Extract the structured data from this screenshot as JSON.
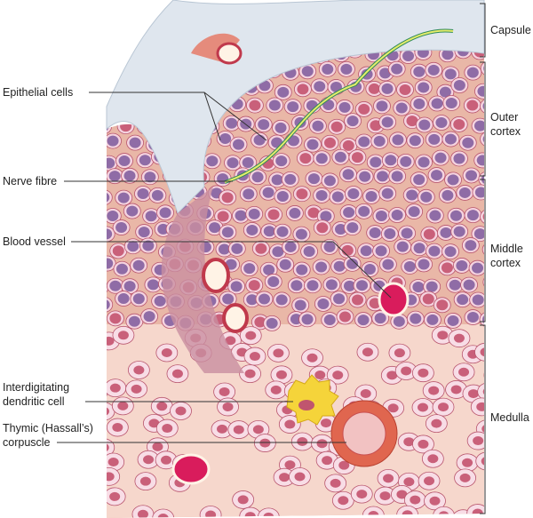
{
  "left_labels": {
    "epithelial_cells": "Epithelial cells",
    "nerve_fibre": "Nerve fibre",
    "blood_vessel": "Blood vessel",
    "dendritic_cell_1": "Interdigitating",
    "dendritic_cell_2": "dendritic cell",
    "hassall_1": "Thymic (Hassall’s)",
    "hassall_2": "corpuscle"
  },
  "right_labels": {
    "capsule": "Capsule",
    "outer_cortex_1": "Outer",
    "outer_cortex_2": "cortex",
    "middle_cortex_1": "Middle",
    "middle_cortex_2": "cortex",
    "medulla": "Medulla"
  },
  "colors": {
    "tissue": "#f3c9cf",
    "cortex_bg": "#e9b7a7",
    "medulla_bg": "#f6d7cc",
    "capsule": "#dfe6ee",
    "lymphocyte_nucleus": "#8f6ca6",
    "nerve": "#b7d96b",
    "vessel": "#d91c5c"
  }
}
